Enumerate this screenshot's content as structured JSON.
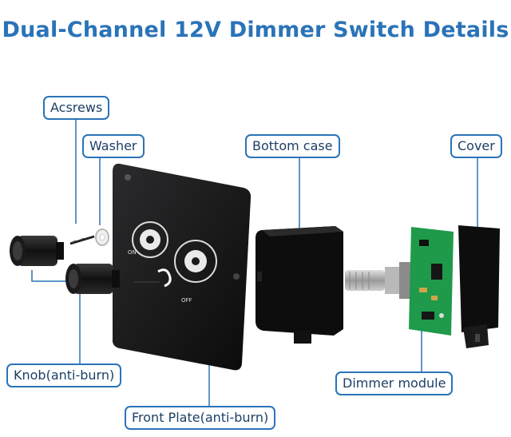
{
  "title": "Dual-Channel 12V Dimmer Switch Details",
  "labels": {
    "acsrews": "Acsrews",
    "washer": "Washer",
    "bottom_case": "Bottom case",
    "cover": "Cover",
    "knob": "Knob(anti-burn)",
    "dimmer_module": "Dimmer module",
    "front_plate": "Front Plate(anti-burn)"
  },
  "plate_text": {
    "on": "ON",
    "off": "OFF"
  },
  "colors": {
    "accent": "#2a73b8",
    "label_text": "#1d3f66",
    "pcb": "#1e9a4a"
  }
}
